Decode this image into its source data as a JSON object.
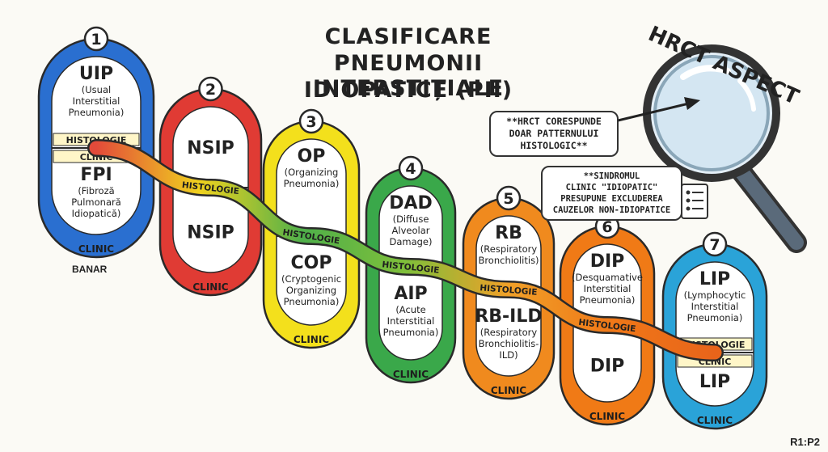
{
  "title": {
    "line1": "CLASIFICARE",
    "line2": "PNEUMONII INTERSTIȚIALE",
    "line3": "IDIOPATICE (PII)"
  },
  "hrct": {
    "label": "HRCT ASPECT",
    "note_lines": [
      "**HRCT CORESPUNDE",
      "DOAR PATTERNULUI",
      "HISTOLOGIC**"
    ]
  },
  "syndrome_note": {
    "lines": [
      "**SINDROMUL",
      "CLINIC \"IDIOPATIC\"",
      "PRESUPUNE EXCLUDEREA",
      "CAUZELOR NON-IDIOPATICE"
    ]
  },
  "band_labels": {
    "histology": "HISTOLOGIE",
    "clinic": "CLINIC"
  },
  "entities": [
    {
      "number": "1",
      "color": "#2a6fd0",
      "histology_abbr": "UIP",
      "histology_full": [
        "(Usual",
        "Interstitial",
        "Pneumonia)"
      ],
      "clinic_abbr": "FPI",
      "clinic_full": [
        "(Fibroză",
        "Pulmonară",
        "Idiopatică)"
      ]
    },
    {
      "number": "2",
      "color": "#e03b34",
      "histology_abbr": "NSIP",
      "histology_full": [],
      "clinic_abbr": "NSIP",
      "clinic_full": []
    },
    {
      "number": "3",
      "color": "#f3e01c",
      "histology_abbr": "OP",
      "histology_full": [
        "(Organizing",
        "Pneumonia)"
      ],
      "clinic_abbr": "COP",
      "clinic_full": [
        "(Cryptogenic",
        "Organizing",
        "Pneumonia)"
      ]
    },
    {
      "number": "4",
      "color": "#3aa84a",
      "histology_abbr": "DAD",
      "histology_full": [
        "(Diffuse",
        "Alveolar",
        "Damage)"
      ],
      "clinic_abbr": "AIP",
      "clinic_full": [
        "(Acute",
        "Interstitial",
        "Pneumonia)"
      ]
    },
    {
      "number": "5",
      "color": "#f08a1e",
      "histology_abbr": "RB",
      "histology_full": [
        "(Respiratory",
        "Bronchiolitis)"
      ],
      "clinic_abbr": "RB-ILD",
      "clinic_full": [
        "(Respiratory",
        "Bronchiolitis-",
        "ILD)"
      ]
    },
    {
      "number": "6",
      "color": "#f07a16",
      "histology_abbr": "DIP",
      "histology_full": [
        "(Desquamative",
        "Interstitial",
        "Pneumonia)"
      ],
      "clinic_abbr": "DIP",
      "clinic_full": []
    },
    {
      "number": "7",
      "color": "#2aa3d8",
      "histology_abbr": "LIP",
      "histology_full": [
        "(Lymphocytic",
        "Interstitial",
        "Pneumonia)"
      ],
      "clinic_abbr": "LIP",
      "clinic_full": []
    }
  ],
  "banar": "BANAR",
  "footer": "R1:P2"
}
